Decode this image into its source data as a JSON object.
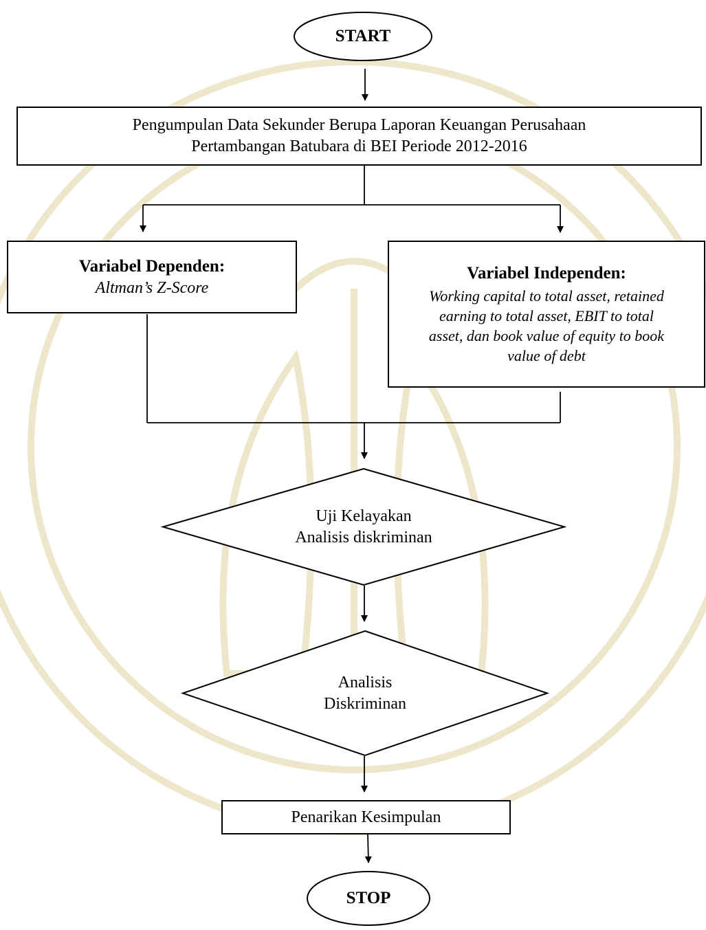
{
  "watermark": {
    "color": "#ede4c5"
  },
  "start": {
    "label": "START"
  },
  "data_collection": {
    "line1": "Pengumpulan Data Sekunder Berupa Laporan Keuangan Perusahaan",
    "line2": "Pertambangan Batubara di BEI Periode 2012-2016"
  },
  "dependent": {
    "title": "Variabel Dependen:",
    "subtitle": "Altman’s Z-Score"
  },
  "independent": {
    "title": "Variabel Independen:",
    "line1": "Working capital to total asset, retained",
    "line2": "earning to total asset, EBIT to total",
    "line3": "asset, dan book value of equity to book",
    "line4": "value of debt"
  },
  "feasibility": {
    "line1": "Uji Kelayakan",
    "line2": "Analisis diskriminan"
  },
  "analysis": {
    "line1": "Analisis",
    "line2": "Diskriminan"
  },
  "conclusion": {
    "label": "Penarikan Kesimpulan"
  },
  "stop": {
    "label": "STOP"
  }
}
